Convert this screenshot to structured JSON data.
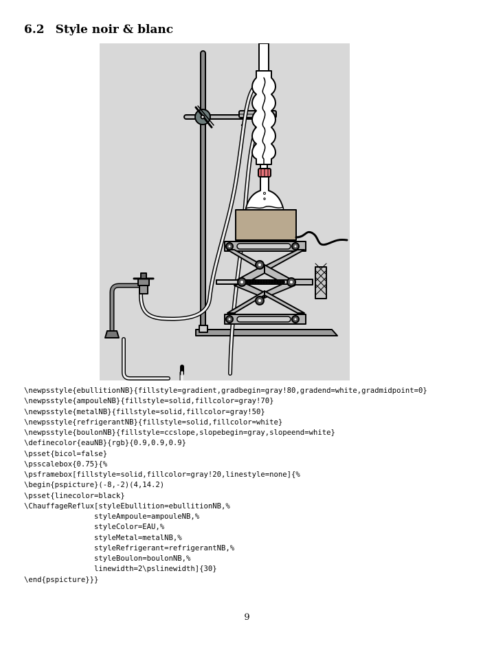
{
  "section": {
    "number": "6.2",
    "title": "Style noir & blanc"
  },
  "code_lines": [
    "\\newpsstyle{ebullitionNB}{fillstyle=gradient,gradbegin=gray!80,gradend=white,gradmidpoint=0}",
    "\\newpsstyle{ampouleNB}{fillstyle=solid,fillcolor=gray!70}",
    "\\newpsstyle{metalNB}{fillstyle=solid,fillcolor=gray!50}",
    "\\newpsstyle{refrigerantNB}{fillstyle=solid,fillcolor=white}",
    "\\newpsstyle{boulonNB}{fillstyle=ccslope,slopebegin=gray,slopeend=white}",
    "\\definecolor{eauNB}{rgb}{0.9,0.9,0.9}",
    "\\psset{bicol=false}",
    "\\psscalebox{0.75}{%",
    "\\psframebox[fillstyle=solid,fillcolor=gray!20,linestyle=none]{%",
    "\\begin{pspicture}(-8,-2)(4,14.2)",
    "\\psset{linecolor=black}",
    "\\ChauffageReflux[styleEbullition=ebullitionNB,%",
    "                styleAmpoule=ampouleNB,%",
    "                styleColor=EAU,%",
    "                styleMetal=metalNB,%",
    "                styleRefrigerant=refrigerantNB,%",
    "                styleBoulon=boulonNB,%",
    "                linewidth=2\\pslinewidth]{30}",
    "\\end{pspicture}}}"
  ],
  "page_number": "9",
  "colors": {
    "figure_background": "#d8d8d8",
    "flask_seal": "#e8737a",
    "heater": "#b9a98f",
    "metal": "#8a8a8a"
  }
}
